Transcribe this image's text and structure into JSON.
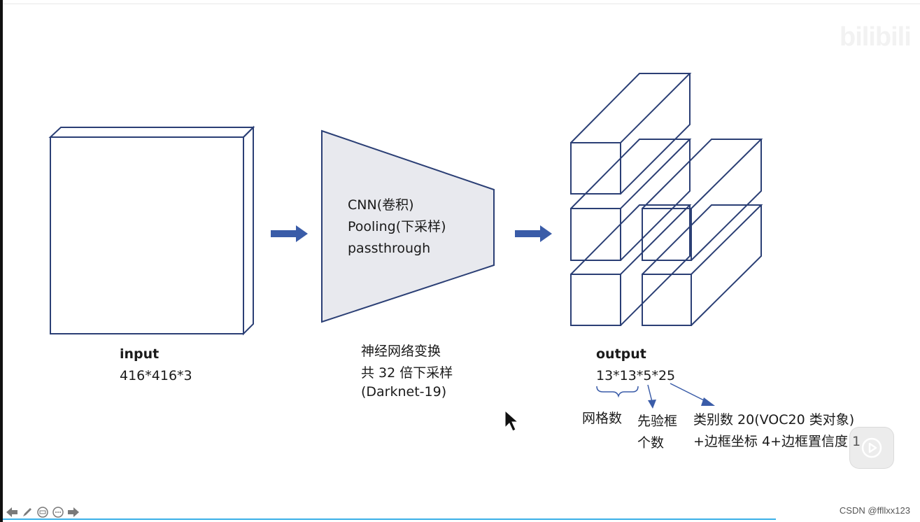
{
  "input": {
    "title": "input",
    "size": "416*416*3"
  },
  "network": {
    "lines": [
      "CNN(卷积)",
      "Pooling(下采样)",
      "passthrough"
    ],
    "caption": [
      "神经网络变换",
      "共 32 倍下采样",
      "(Darknet-19)"
    ]
  },
  "output": {
    "title": "output",
    "size": "13*13*5*25",
    "grid_label": "网格数",
    "anchor_label": [
      "先验框",
      "个数"
    ],
    "class_label": [
      "类别数 20(VOC20 类对象)",
      "+边框坐标 4+边框置信度 1"
    ]
  },
  "watermark": {
    "bilibili": "bilibili",
    "csdn": "CSDN @ffllxx123"
  },
  "colors": {
    "outline": "#2b3f75",
    "arrow": "#3a5ca8",
    "trapezoid_fill": "#e8e9ee",
    "accent": "#3ab0e8"
  },
  "icons": [
    "arrow-left-icon",
    "pen-icon",
    "subtitle-icon",
    "more-icon",
    "arrow-right-icon",
    "play-icon",
    "mouse-cursor-icon"
  ]
}
